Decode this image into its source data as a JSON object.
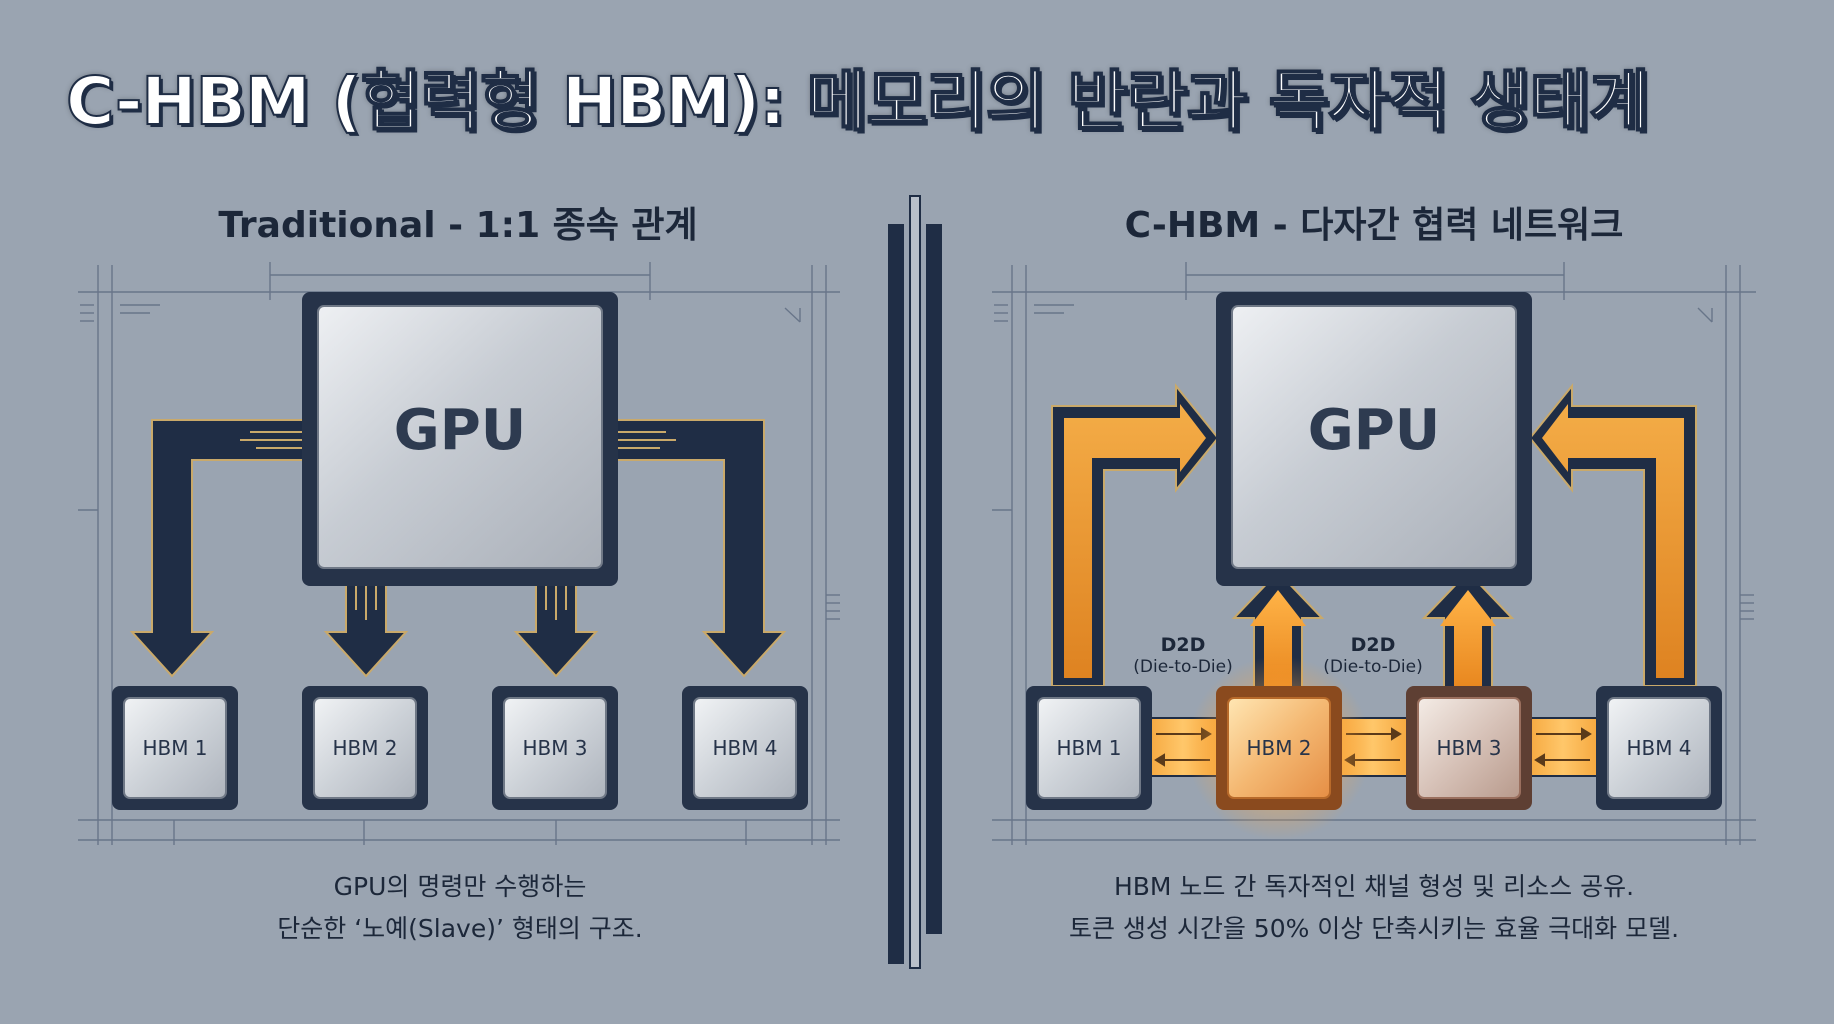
{
  "title": "C-HBM (협력형 HBM): 메모리의 반란과 독자적 생태계",
  "left_panel": {
    "heading": "Traditional - 1:1 종속 관계",
    "gpu_label": "GPU",
    "hbm_labels": [
      "HBM 1",
      "HBM 2",
      "HBM 3",
      "HBM 4"
    ],
    "caption_line1": "GPU의 명령만 수행하는",
    "caption_line2": "단순한 ‘노예(Slave)’ 형태의 구조."
  },
  "right_panel": {
    "heading": "C-HBM - 다자간 협력 네트워크",
    "gpu_label": "GPU",
    "hbm_labels": [
      "HBM 1",
      "HBM 2",
      "HBM 3",
      "HBM 4"
    ],
    "d2d_labels": [
      {
        "title": "D2D",
        "sub": "(Die-to-Die)"
      },
      {
        "title": "D2D",
        "sub": "(Die-to-Die)"
      }
    ],
    "caption_line1": "HBM 노드 간 독자적인 채널 형성 및 리소스 공유.",
    "caption_line2": "토큰 생성 시간을 50% 이상 단축시키는 효율 극대화 모델."
  },
  "colors": {
    "background": "#9aa4b1",
    "navy": "#1f2d45",
    "gold": "#c9a96a",
    "orange": "#f2a13a",
    "orange_light": "#ffd27a"
  }
}
